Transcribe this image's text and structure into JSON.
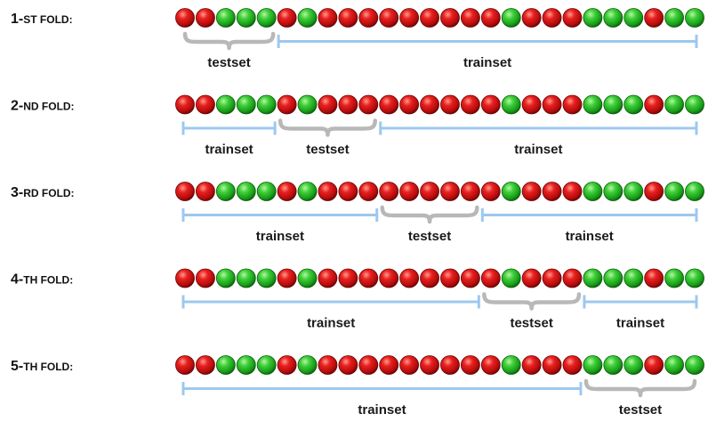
{
  "colors": {
    "positive": "#2bb52b",
    "negative": "#d81414",
    "train_bracket": "#9dc8f0",
    "test_brace": "#b8b8b8"
  },
  "sequence": "RRGGGRGRRRRRRRRRGRRRGGGRGG",
  "folds": [
    {
      "label_num": "1-",
      "label_suffix": "ST FOLD:",
      "segments": [
        {
          "type": "testset",
          "text": "testset",
          "from": 0,
          "to": 5
        },
        {
          "type": "trainset",
          "text": "trainset",
          "from": 5,
          "to": 26
        }
      ]
    },
    {
      "label_num": "2-",
      "label_suffix": "ND FOLD:",
      "segments": [
        {
          "type": "trainset",
          "text": "trainset",
          "from": 0,
          "to": 5
        },
        {
          "type": "testset",
          "text": "testset",
          "from": 5,
          "to": 10
        },
        {
          "type": "trainset",
          "text": "trainset",
          "from": 10,
          "to": 26
        }
      ]
    },
    {
      "label_num": "3-",
      "label_suffix": "RD FOLD:",
      "segments": [
        {
          "type": "trainset",
          "text": "trainset",
          "from": 0,
          "to": 10
        },
        {
          "type": "testset",
          "text": "testset",
          "from": 10,
          "to": 15
        },
        {
          "type": "trainset",
          "text": "trainset",
          "from": 15,
          "to": 26
        }
      ]
    },
    {
      "label_num": "4-",
      "label_suffix": "TH FOLD:",
      "segments": [
        {
          "type": "trainset",
          "text": "trainset",
          "from": 0,
          "to": 15
        },
        {
          "type": "testset",
          "text": "testset",
          "from": 15,
          "to": 20
        },
        {
          "type": "trainset",
          "text": "trainset",
          "from": 20,
          "to": 26
        }
      ]
    },
    {
      "label_num": "5-",
      "label_suffix": "TH FOLD:",
      "segments": [
        {
          "type": "trainset",
          "text": "trainset",
          "from": 0,
          "to": 20
        },
        {
          "type": "testset",
          "text": "testset",
          "from": 20,
          "to": 26
        }
      ]
    }
  ]
}
